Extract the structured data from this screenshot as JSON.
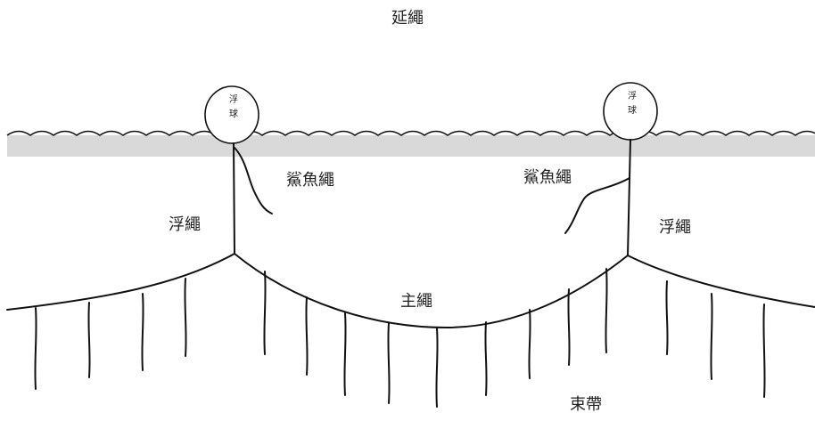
{
  "title": "延繩",
  "labels": {
    "float": "浮球",
    "float_line": "浮繩",
    "shark_line": "鯊魚繩",
    "main_line": "主繩",
    "branch_lines": "束帶"
  },
  "colors": {
    "water_band": "#d9d9d9",
    "line": "#111111",
    "text": "#222222"
  }
}
